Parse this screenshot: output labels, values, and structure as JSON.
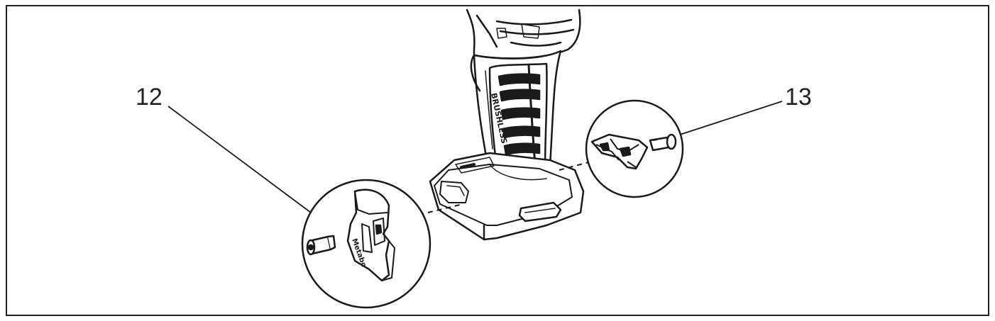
{
  "callouts": [
    {
      "label": "12",
      "part": "belt hook"
    },
    {
      "label": "13",
      "part": "bit holder"
    }
  ],
  "tool_text": {
    "grip_marking": "BRUSHLESS",
    "hook_brand": "Metabo"
  },
  "colors": {
    "line": "#1a1a1a",
    "background": "#ffffff",
    "frame": "#222222"
  }
}
